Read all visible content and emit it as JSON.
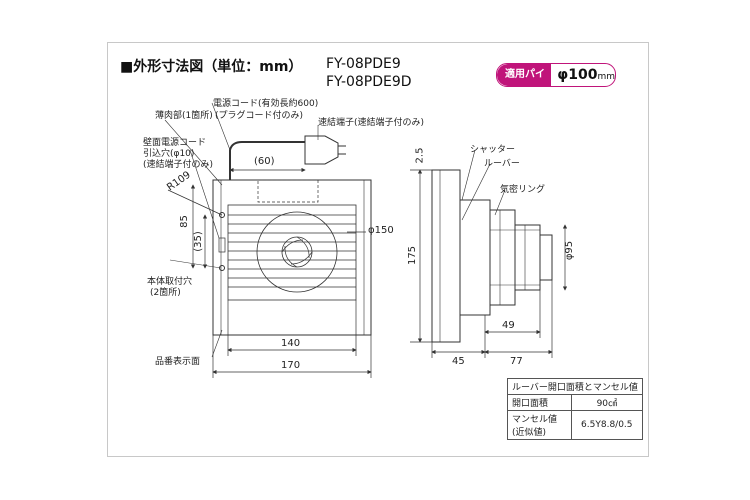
{
  "title": "■外形寸法図（単位：mm）",
  "models": [
    "FY-08PDE9",
    "FY-08PDE9D"
  ],
  "pipe_badge": {
    "label": "適用パイプ",
    "value": "φ100",
    "unit": "mm"
  },
  "labels": {
    "power_cord": "電源コード(有効長約600)",
    "plug": "(プラグコード付のみ)",
    "thin_part": "薄肉部(1箇所)",
    "connector": "速結端子(速結端子付のみ)",
    "wall_cord": "壁面電源コード",
    "cord_hole": "引込穴(φ10)",
    "cord_hole_note": "(速結端子付のみ)",
    "mount_hole": "本体取付穴",
    "mount_hole_count": "(2箇所)",
    "model_plate": "品番表示面",
    "shutter": "シャッター",
    "louver": "ルーバー",
    "seal_ring": "気密リング"
  },
  "dimensions": {
    "cord_60": "(60)",
    "r109": "R109",
    "d85": "85",
    "d35": "(35)",
    "phi150": "φ150",
    "w140": "140",
    "w170": "170",
    "h175": "175",
    "d2_5": "2.5",
    "phi95": "φ95",
    "d49": "49",
    "d45": "45",
    "d77": "77"
  },
  "spec_table": {
    "header": "ルーバー開口面積とマンセル値",
    "rows": [
      {
        "key": "開口面積",
        "value": "90㎠"
      },
      {
        "key": "マンセル値\n(近似値)",
        "value": "6.5Y8.8/0.5"
      }
    ]
  },
  "colors": {
    "accent": "#c0147a",
    "line": "#333333",
    "frame": "#c8c8c8"
  }
}
